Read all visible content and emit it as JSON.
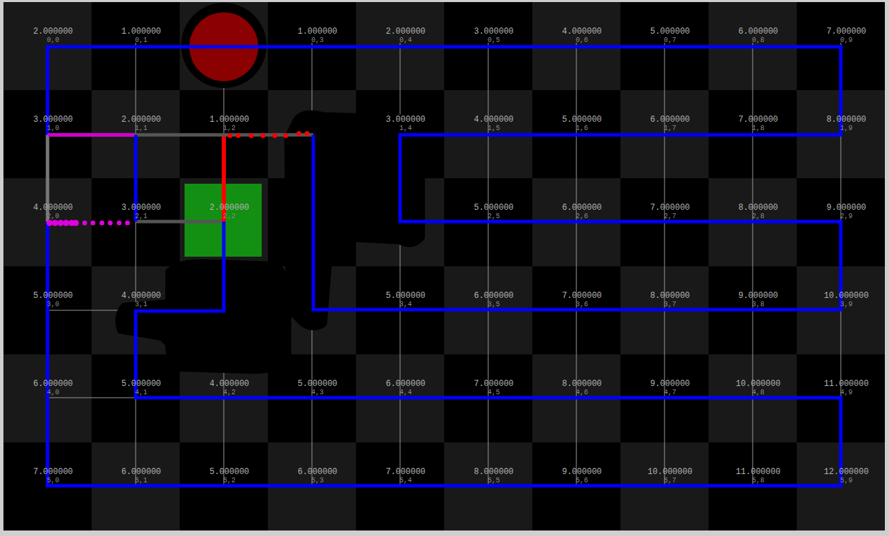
{
  "diagram": {
    "labels": [
      "2.000000",
      "0,0",
      "1.000000",
      "0,1",
      "1.000000",
      "0,3",
      "2.000000",
      "0,4",
      "3.000000",
      "0,5",
      "4.000000",
      "0,6",
      "5.000000",
      "0,7",
      "6.000000",
      "0,8",
      "7.000000",
      "0,9",
      "3.000000",
      "1,0",
      "2.000000",
      "1,1",
      "1.000000",
      "1,2",
      "3.000000",
      "1,4",
      "4.000000",
      "1,5",
      "5.000000",
      "1,6",
      "6.000000",
      "1,7",
      "7.000000",
      "1,8",
      "8.000000",
      "1,9",
      "4.000000",
      "2,0",
      "3.000000",
      "2,1",
      "2.000000",
      "2,2",
      "5.000000",
      "2,5",
      "6.000000",
      "2,6",
      "7.000000",
      "2,7",
      "8.000000",
      "2,8",
      "9.000000",
      "2,9",
      "5.000000",
      "3,0",
      "4.000000",
      "3,1",
      "5.000000",
      "3,4",
      "6.000000",
      "3,5",
      "7.000000",
      "3,6",
      "8.000000",
      "3,7",
      "9.000000",
      "3,8",
      "10.000000",
      "3,9",
      "6.000000",
      "4,0",
      "5.000000",
      "4,1",
      "4.000000",
      "4,2",
      "5.000000",
      "4,3",
      "6.000000",
      "4,4",
      "7.000000",
      "4,5",
      "8.000000",
      "4,6",
      "9.000000",
      "4,7",
      "10.000000",
      "4,8",
      "11.000000",
      "4,9",
      "7.000000",
      "5,0",
      "6.000000",
      "5,1",
      "5.000000",
      "5,2",
      "6.000000",
      "5,3",
      "7.000000",
      "5,4",
      "8.000000",
      "5,5",
      "9.000000",
      "5,6",
      "10.000000",
      "5,7",
      "11.000000",
      "5,8",
      "12.000000",
      "5,9"
    ]
  }
}
